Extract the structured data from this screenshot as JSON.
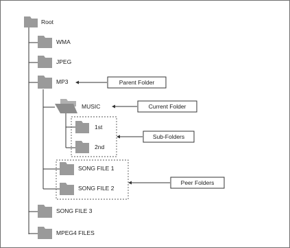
{
  "tree": {
    "root": "Root",
    "level1": [
      "WMA",
      "JPEG",
      "MP3"
    ],
    "current": "MUSIC",
    "subfolders": [
      "1st",
      "2nd"
    ],
    "peers": [
      "SONG FILE 1",
      "SONG FILE 2"
    ],
    "tail": [
      "SONG FILE 3",
      "MPEG4 FILES"
    ]
  },
  "callouts": {
    "parent": "Parent Folder",
    "current": "Current Folder",
    "sub": "Sub-Folders",
    "peer": "Peer Folders"
  },
  "icons": {
    "folder": "folder-icon",
    "open_folder": "open-folder-icon"
  },
  "colors": {
    "folder_fill": "#9a9a9a",
    "line": "#333333",
    "dashed": "#555555"
  }
}
